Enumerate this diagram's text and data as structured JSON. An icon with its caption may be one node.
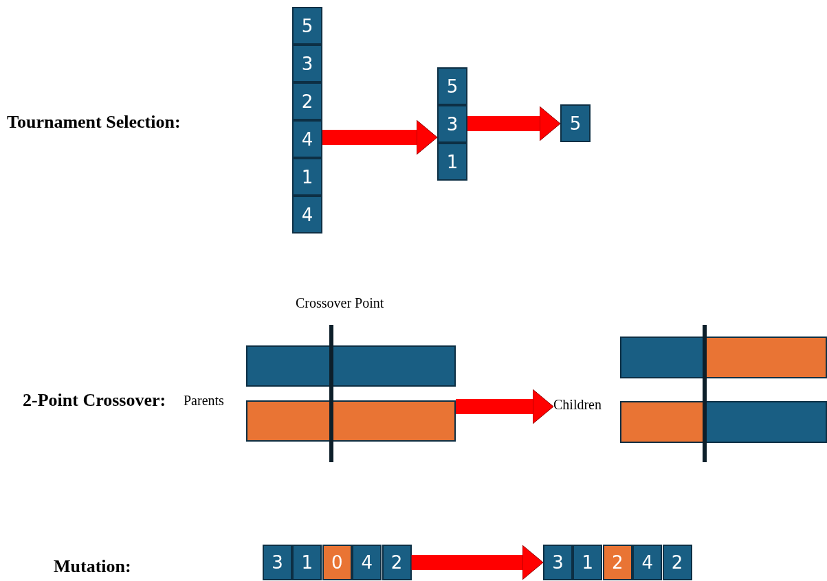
{
  "diagram": {
    "nodes": [
      {
        "text": [
          "5"
        ]
      },
      {
        "text": [
          "3"
        ]
      },
      {
        "text": [
          "2"
        ]
      },
      {
        "text": [
          "4"
        ]
      },
      {
        "text": [
          "1"
        ]
      },
      {
        "text": [
          "4"
        ]
      },
      {
        "text": [
          "5"
        ]
      },
      {
        "text": [
          "3"
        ]
      },
      {
        "text": [
          "1"
        ]
      },
      {
        "text": [
          "5"
        ]
      },
      {
        "text": [],
        "shape": "bar"
      },
      {
        "text": [],
        "shape": "bar"
      },
      {
        "text": [
          "Children"
        ]
      },
      {
        "text": [],
        "shape": "bar"
      },
      {
        "text": [],
        "shape": "bar"
      },
      {
        "text": [
          "3"
        ]
      },
      {
        "text": [
          "1"
        ]
      },
      {
        "text": [
          "0"
        ]
      },
      {
        "text": [
          "4"
        ]
      },
      {
        "text": [
          "2"
        ]
      },
      {
        "text": [
          "3"
        ]
      },
      {
        "text": [
          "1"
        ]
      },
      {
        "text": [
          "2"
        ]
      },
      {
        "text": [
          "4"
        ]
      },
      {
        "text": [
          "2"
        ]
      }
    ],
    "edges": [
      {
        "from": 3,
        "to": 7,
        "arrow": "to"
      },
      {
        "from": 7,
        "to": 9,
        "arrow": "to"
      },
      {
        "from": 11,
        "to": 12,
        "arrow": "to"
      },
      {
        "from": 19,
        "to": 20,
        "arrow": "to"
      }
    ],
    "labels": [
      "Tournament Selection:",
      "Crossover Point",
      "2-Point Crossover:",
      "Parents",
      "Mutation:"
    ]
  }
}
